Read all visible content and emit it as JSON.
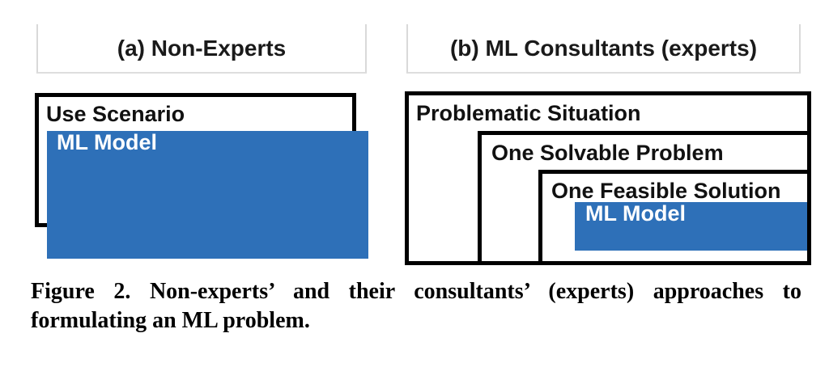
{
  "panels": {
    "a": {
      "header": "(a) Non-Experts",
      "use_scenario_label": "Use Scenario",
      "ml_model_label": "ML Model"
    },
    "b": {
      "header": "(b) ML Consultants (experts)",
      "boxes": [
        "Problematic Situation",
        "One Solvable Problem",
        "One Feasible Solution"
      ],
      "ml_model_label": "ML Model"
    }
  },
  "caption": {
    "line1": "Figure 2. Non-experts’ and their consultants’ (experts) approaches to",
    "line2": "formulating an ML problem."
  },
  "colors": {
    "accent_blue": "#2e70b8",
    "box_border": "#000000",
    "header_rule": "#d9d9d9"
  }
}
